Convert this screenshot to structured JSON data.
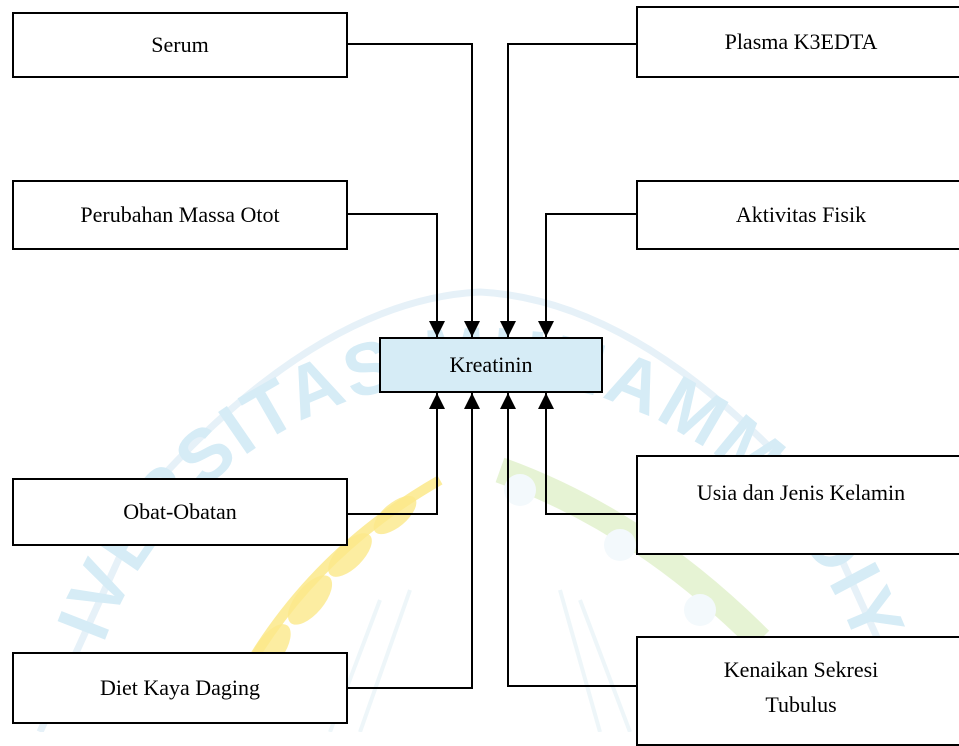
{
  "diagram": {
    "center": {
      "label": "Kreatinin"
    },
    "factors": [
      {
        "id": "serum",
        "label": "Serum",
        "side": "left"
      },
      {
        "id": "plasma",
        "label": "Plasma K3EDTA",
        "side": "right"
      },
      {
        "id": "massa-otot",
        "label": "Perubahan Massa Otot",
        "side": "left"
      },
      {
        "id": "aktivitas",
        "label": "Aktivitas Fisik",
        "side": "right"
      },
      {
        "id": "obat",
        "label": "Obat-Obatan",
        "side": "left"
      },
      {
        "id": "usia",
        "label": "Usia dan Jenis Kelamin",
        "side": "right"
      },
      {
        "id": "diet",
        "label": "Diet Kaya Daging",
        "side": "left"
      },
      {
        "id": "sekresi",
        "label": "Kenaikan Sekresi Tubulus",
        "side": "right"
      }
    ],
    "connections": [
      {
        "from": "serum",
        "to": "center"
      },
      {
        "from": "plasma",
        "to": "center"
      },
      {
        "from": "massa-otot",
        "to": "center"
      },
      {
        "from": "aktivitas",
        "to": "center"
      },
      {
        "from": "obat",
        "to": "center"
      },
      {
        "from": "usia",
        "to": "center"
      },
      {
        "from": "diet",
        "to": "center"
      },
      {
        "from": "sekresi",
        "to": "center"
      }
    ]
  },
  "watermark": {
    "text": "UNIVERSITAS MUHAMMADIYAH",
    "colors": {
      "text": "#d6ecf6",
      "emblem": "#e8f3c9",
      "leaves": "#fbe98a"
    }
  }
}
